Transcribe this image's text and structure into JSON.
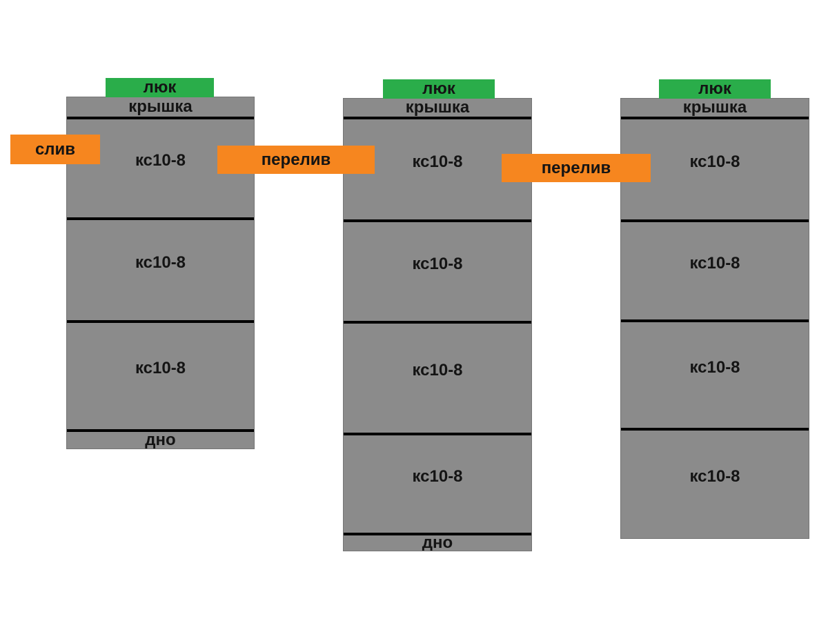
{
  "diagram_title": "septic-wells-from-concrete-rings-scheme",
  "colors": {
    "ring_gray": "#8b8b8b",
    "hatch_green": "#2aad4a",
    "connector_orange": "#f6861f",
    "line_black": "#000000",
    "text_black": "#141414",
    "background": "#ffffff"
  },
  "connectors": {
    "drain": "слив",
    "overflow_left": "перелив",
    "overflow_right": "перелив"
  },
  "tanks": [
    {
      "hatch": "люк",
      "cover": "крышка",
      "rings": [
        "кс10-8",
        "кс10-8",
        "кс10-8"
      ],
      "bottom": "дно"
    },
    {
      "hatch": "люк",
      "cover": "крышка",
      "rings": [
        "кс10-8",
        "кс10-8",
        "кс10-8",
        "кс10-8"
      ],
      "bottom": "дно"
    },
    {
      "hatch": "люк",
      "cover": "крышка",
      "rings": [
        "кс10-8",
        "кс10-8",
        "кс10-8",
        "кс10-8"
      ]
    }
  ]
}
